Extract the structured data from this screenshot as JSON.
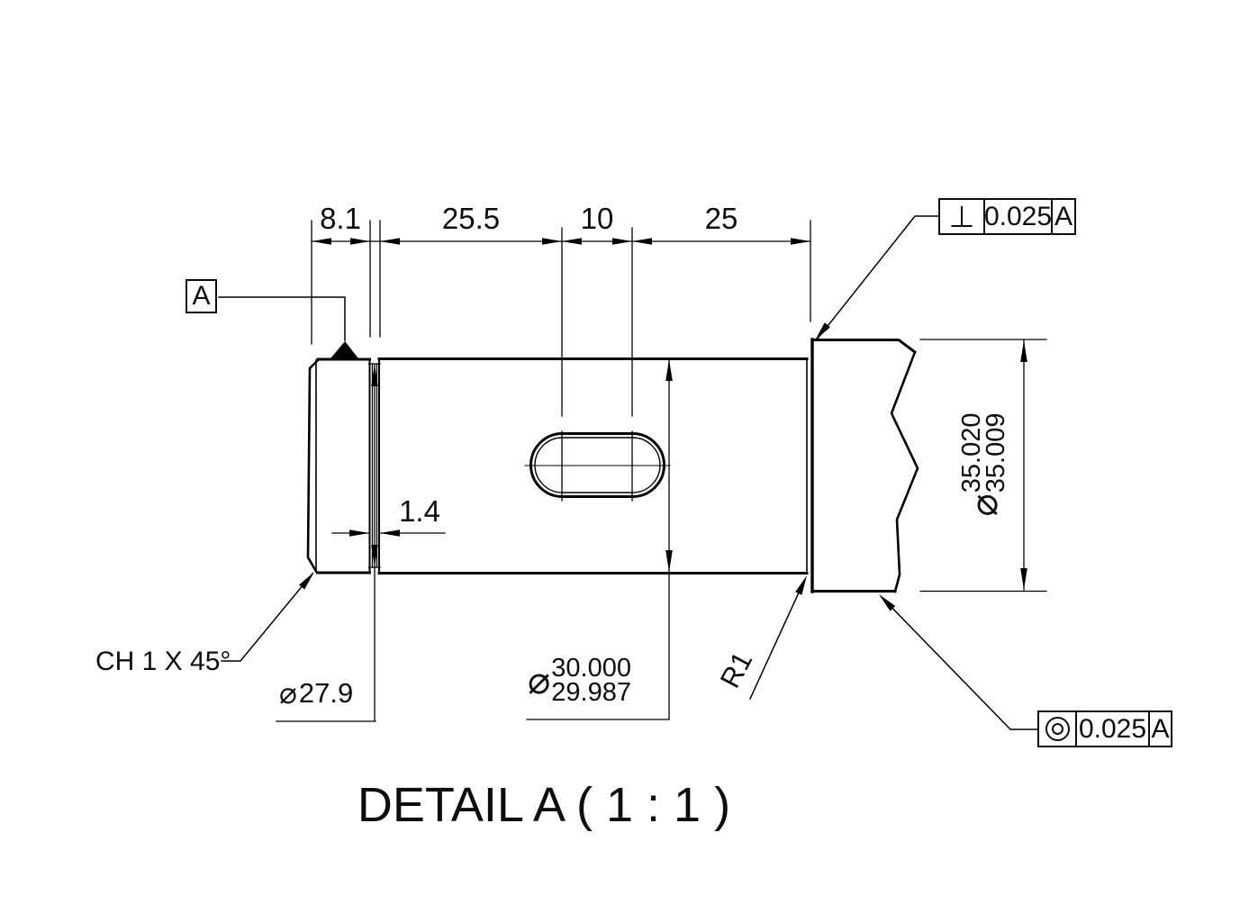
{
  "title": "DETAIL A ( 1 : 1 )",
  "datum": {
    "label": "A"
  },
  "top_dimensions": {
    "d1": "8.1",
    "d2": "25.5",
    "d3": "10",
    "d4": "25"
  },
  "groove": {
    "width": "1.4",
    "diameter_symbol": "⌀",
    "diameter": "27.9"
  },
  "chamfer_note": "CH 1 X 45°",
  "fillet_note": "R1",
  "shaft_dia_30": {
    "symbol": "⌀",
    "upper": "30.000",
    "lower": "29.987"
  },
  "shaft_dia_35": {
    "symbol": "⌀",
    "upper": "35.020",
    "lower": "35.009"
  },
  "fcf_perpendicularity": {
    "symbol": "⊥",
    "tolerance": "0.025",
    "datum": "A"
  },
  "fcf_coaxiality": {
    "symbol": "concentric-circles",
    "tolerance": "0.025",
    "datum": "A"
  },
  "colors": {
    "line": "#000000",
    "background": "#ffffff",
    "text": "#0d0d0d"
  }
}
